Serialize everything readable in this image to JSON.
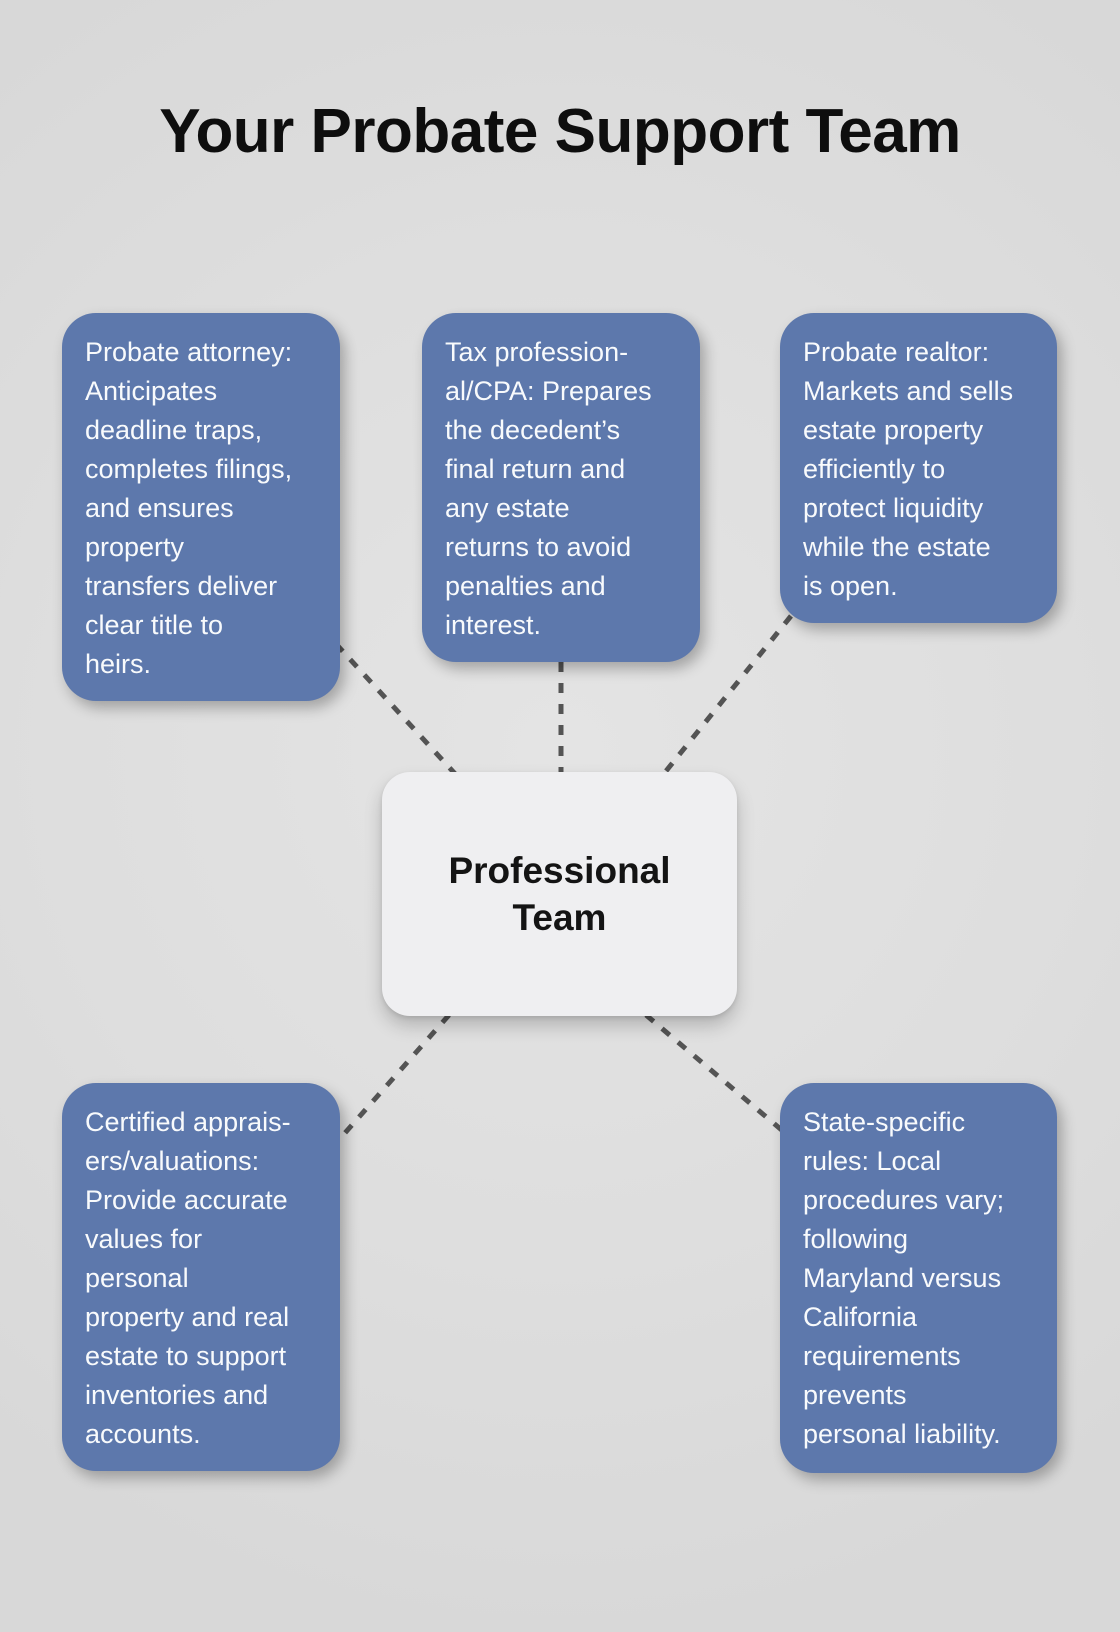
{
  "title": "Your Probate Support Team",
  "center": {
    "label": "Professional\nTeam"
  },
  "nodes": [
    {
      "id": "probate-attorney",
      "text": "Probate attorney:\nAnticipates\ndeadline traps,\ncompletes filings,\nand ensures\nproperty\ntransfers deliver\nclear title to\nheirs."
    },
    {
      "id": "tax-professional-cpa",
      "text": "Tax profession-\nal/CPA: Prepares\nthe decedent’s\nfinal return and\nany estate\nreturns to avoid\npenalties and\ninterest."
    },
    {
      "id": "probate-realtor",
      "text": "Probate realtor:\nMarkets and sells\nestate property\nefficiently to\nprotect liquidity\nwhile the estate\nis open."
    },
    {
      "id": "certified-appraisers",
      "text": "Certified apprais-\ners/valuations:\nProvide accurate\nvalues for\npersonal\nproperty and real\nestate to support\ninventories and\naccounts."
    },
    {
      "id": "state-specific-rules",
      "text": "State-specific\nrules: Local\nprocedures vary;\nfollowing\nMaryland versus\nCalifornia\nrequirements\nprevents\npersonal liability."
    }
  ],
  "connectors": [
    {
      "from": "probate-attorney",
      "to": "professional-team"
    },
    {
      "from": "tax-professional-cpa",
      "to": "professional-team"
    },
    {
      "from": "probate-realtor",
      "to": "professional-team"
    },
    {
      "from": "certified-appraisers",
      "to": "professional-team"
    },
    {
      "from": "state-specific-rules",
      "to": "professional-team"
    }
  ],
  "colors": {
    "background": "#dedede",
    "node_fill": "#5d78ac",
    "center_fill": "#efeff1",
    "connector": "#545454",
    "node_text": "#f8fafc",
    "title_text": "#0e0e0e"
  }
}
